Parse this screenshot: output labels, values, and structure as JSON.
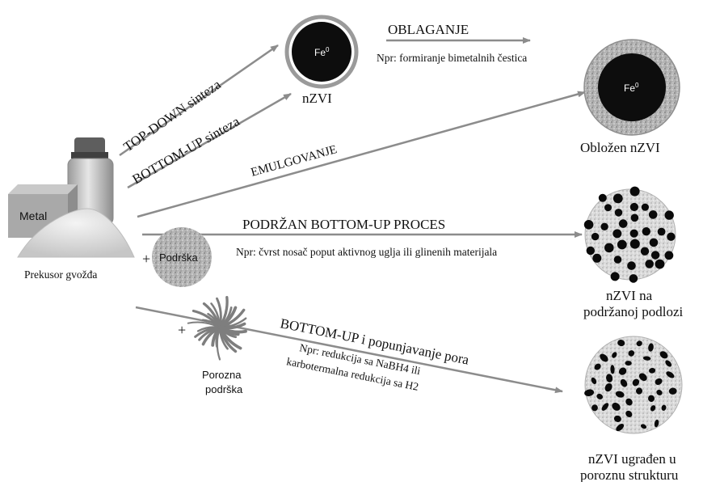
{
  "colors": {
    "arrow": "#8c8c8c",
    "text": "#111111",
    "particle_core": "#0d0d0d",
    "shell": "#9a9a9a",
    "support": "#a8a8a8"
  },
  "precursor": {
    "metal_label": "Metal",
    "caption": "Prekusor gvožđa"
  },
  "nzvi": {
    "core_label": "Fe",
    "core_superscript": "0",
    "caption": "nZVI"
  },
  "coated": {
    "core_label": "Fe",
    "core_superscript": "0",
    "caption": "Obložen nZVI"
  },
  "routes": {
    "top_down": "TOP-DOWN sinteza",
    "bottom_up": "BOTTOM-UP sinteza",
    "coating": "OBLAGANJE",
    "coating_note": "Npr: formiranje bimetalnih čestica",
    "emulsion": "EMULGOVANJE",
    "supported": "PODRŽAN BOTTOM-UP PROCES",
    "supported_note": "Npr: čvrst nosač poput aktivnog uglja ili glinenih materijala",
    "pore": "BOTTOM-UP i popunjavanje pora",
    "pore_note_line1": "Npr: redukcija sa NaBH4 ili",
    "pore_note_line2": "karbotermalna redukcija sa H2"
  },
  "support": {
    "plus": "+",
    "label": "Podrška"
  },
  "porous": {
    "plus": "+",
    "label_line1": "Porozna",
    "label_line2": "podrška"
  },
  "supported_product": {
    "caption_line1": "nZVI na",
    "caption_line2": "podržanoj podlozi"
  },
  "embedded_product": {
    "caption_line1": "nZVI ugrađen u",
    "caption_line2": "poroznu strukturu"
  }
}
